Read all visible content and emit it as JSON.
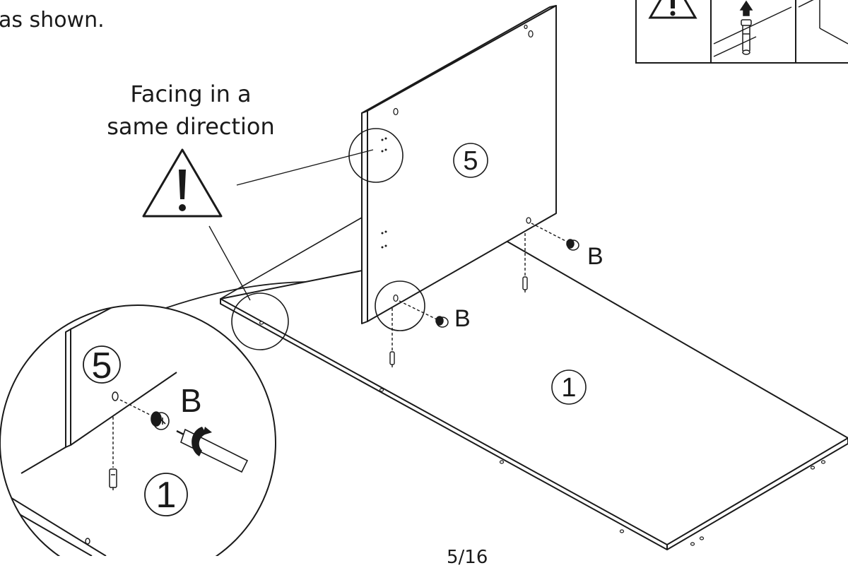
{
  "instruction": {
    "line2": "as shown."
  },
  "warning": {
    "line1": "Facing in a",
    "line2": "same direction"
  },
  "parts": {
    "panel_main": "5",
    "panel_base": "1",
    "detail_panel": "5",
    "detail_base": "1"
  },
  "hardware": {
    "cam_lock_right": "B",
    "cam_lock_mid": "B",
    "cam_lock_detail": "B"
  },
  "page": {
    "number": "5/16"
  },
  "icons": [
    "warning-triangle-icon",
    "cam-lock-icon",
    "cam-bolt-icon",
    "screwdriver-icon",
    "rotate-arrow-icon",
    "up-arrow-icon"
  ]
}
